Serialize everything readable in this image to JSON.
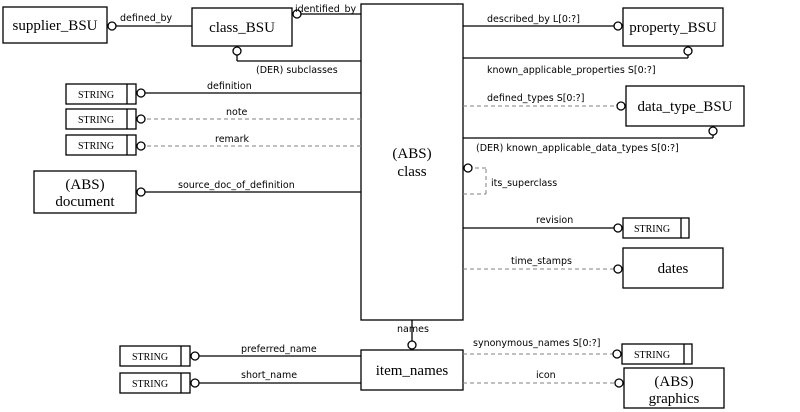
{
  "entities": {
    "supplier_bsu": "supplier_BSU",
    "class_bsu": "class_BSU",
    "property_bsu": "property_BSU",
    "data_type_bsu": "data_type_BSU",
    "class_main_line1": "(ABS)",
    "class_main_line2": "class",
    "document_line1": "(ABS)",
    "document_line2": "document",
    "dates": "dates",
    "item_names": "item_names",
    "graphics_line1": "(ABS)",
    "graphics_line2": "graphics"
  },
  "types": {
    "string": "STRING"
  },
  "relations": {
    "defined_by": "defined_by",
    "identified_by": "identified_by",
    "der_subclasses": "(DER) subclasses",
    "described_by": "described_by  L[0:?]",
    "known_applicable_properties": "known_applicable_properties  S[0:?]",
    "definition": "definition",
    "note": "note",
    "remark": "remark",
    "defined_types": "defined_types  S[0:?]",
    "der_known_applicable_data_types": "(DER) known_applicable_data_types  S[0:?]",
    "its_superclass": "its_superclass",
    "source_doc_of_definition": "source_doc_of_definition",
    "revision": "revision",
    "time_stamps": "time_stamps",
    "names": "names",
    "preferred_name": "preferred_name",
    "synonymous_names": "synonymous_names  S[0:?]",
    "short_name": "short_name",
    "icon": "icon"
  }
}
